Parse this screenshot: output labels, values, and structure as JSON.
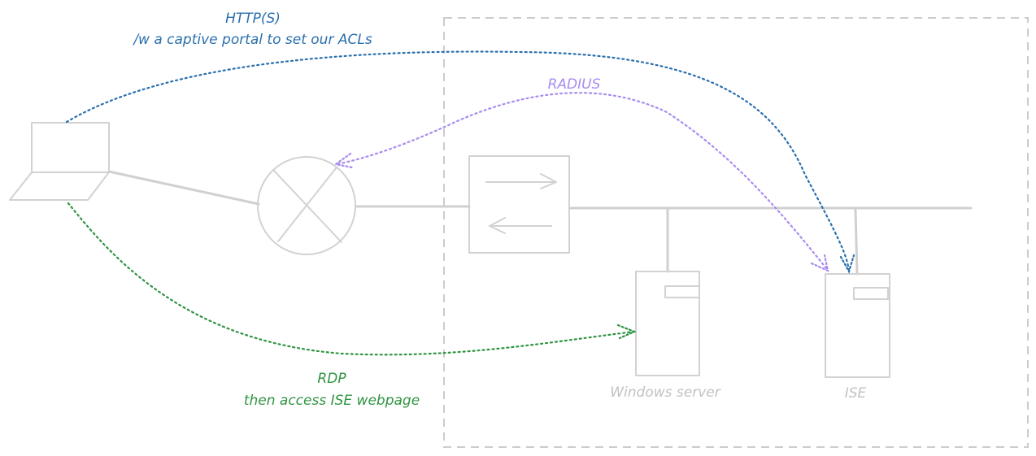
{
  "labels": {
    "http_title": "HTTP(S)",
    "http_subtitle": "/w a captive portal to set our ACLs",
    "radius": "RADIUS",
    "rdp_title": "RDP",
    "rdp_subtitle": "then access ISE webpage",
    "windows_server": "Windows server",
    "ise": "ISE"
  },
  "colors": {
    "http": "#2a6fad",
    "radius": "#a98bf0",
    "rdp": "#2f9441",
    "device": "#cfcfcf",
    "caption": "#c2c2c2",
    "boundary": "#cccccc"
  },
  "icons": {
    "laptop": "laptop-icon",
    "router": "router-icon",
    "switch": "switch-icon",
    "windows_server": "server-icon",
    "ise": "server-icon"
  }
}
